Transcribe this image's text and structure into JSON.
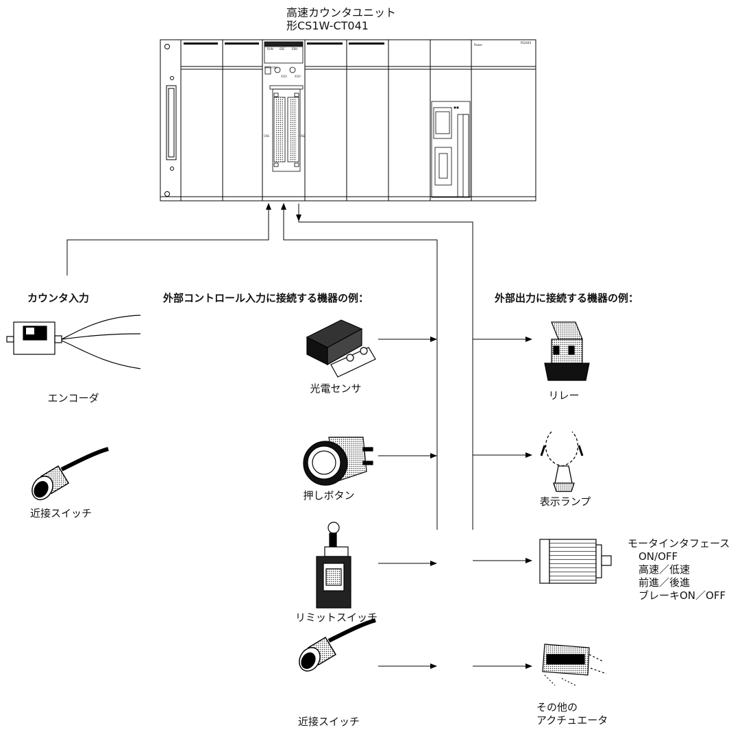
{
  "unit": {
    "name": "高速カウンタユニット",
    "model": "形CS1W-CT041"
  },
  "plc_labels": {
    "run": "RUN",
    "erc": "ERC",
    "erh": "ERH",
    "mach": "MACH No.",
    "x10_1": "X10¹",
    "x10_0": "X10⁰",
    "cn1": "CN1",
    "cn2": "CN2",
    "power": "Power",
    "psu_model": "PS204S"
  },
  "groups": {
    "counter_input": "カウンタ入力",
    "external_control_input": "外部コントロール入力に接続する機器の例：",
    "external_output": "外部出力に接続する機器の例："
  },
  "counter_devices": [
    {
      "label": "エンコーダ",
      "icon": "encoder-icon"
    },
    {
      "label": "近接スイッチ",
      "icon": "proximity-switch-icon"
    }
  ],
  "control_devices": [
    {
      "label": "光電センサ",
      "icon": "photoelectric-sensor-icon"
    },
    {
      "label": "押しボタン",
      "icon": "push-button-icon"
    },
    {
      "label": "リミットスイッチ",
      "icon": "limit-switch-icon"
    },
    {
      "label": "近接スイッチ",
      "icon": "proximity-switch-icon"
    }
  ],
  "output_devices": [
    {
      "label": "リレー",
      "icon": "relay-icon"
    },
    {
      "label": "表示ランプ",
      "icon": "indicator-lamp-icon"
    },
    {
      "label": "",
      "icon": "motor-icon"
    },
    {
      "label_lines": [
        "その他の",
        "アクチュエータ"
      ],
      "icon": "actuator-icon"
    }
  ],
  "motor_interface": {
    "title": "モータインタフェース",
    "items": [
      "ON/OFF",
      "高速／低速",
      "前進／後進",
      "ブレーキON／OFF"
    ]
  }
}
